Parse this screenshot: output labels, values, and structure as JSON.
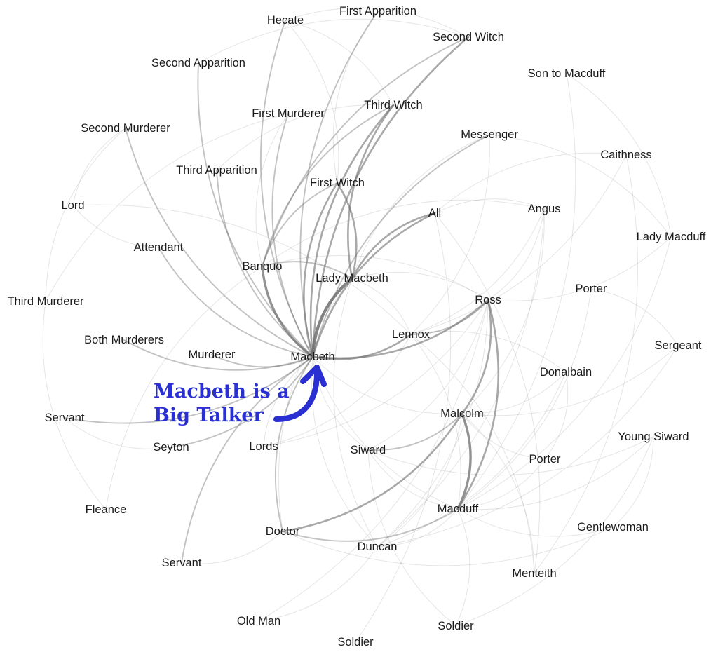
{
  "nodes": [
    {
      "id": "macbeth",
      "label": "Macbeth"
    },
    {
      "id": "lady_macbeth",
      "label": "Lady Macbeth"
    },
    {
      "id": "banquo",
      "label": "Banquo"
    },
    {
      "id": "lennox",
      "label": "Lennox"
    },
    {
      "id": "ross",
      "label": "Ross"
    },
    {
      "id": "malcolm",
      "label": "Malcolm"
    },
    {
      "id": "macduff",
      "label": "Macduff"
    },
    {
      "id": "all",
      "label": "All"
    },
    {
      "id": "first_witch",
      "label": "First Witch"
    },
    {
      "id": "second_witch",
      "label": "Second Witch"
    },
    {
      "id": "third_witch",
      "label": "Third Witch"
    },
    {
      "id": "hecate",
      "label": "Hecate"
    },
    {
      "id": "first_apparition",
      "label": "First Apparition"
    },
    {
      "id": "second_apparition",
      "label": "Second Apparition"
    },
    {
      "id": "third_apparition",
      "label": "Third Apparition"
    },
    {
      "id": "first_murderer",
      "label": "First Murderer"
    },
    {
      "id": "second_murderer",
      "label": "Second Murderer"
    },
    {
      "id": "third_murderer",
      "label": "Third Murderer"
    },
    {
      "id": "both_murderers",
      "label": "Both Murderers"
    },
    {
      "id": "murderer",
      "label": "Murderer"
    },
    {
      "id": "messenger",
      "label": "Messenger"
    },
    {
      "id": "son_to_macduff",
      "label": "Son to Macduff"
    },
    {
      "id": "caithness",
      "label": "Caithness"
    },
    {
      "id": "angus",
      "label": "Angus"
    },
    {
      "id": "lady_macduff",
      "label": "Lady Macduff"
    },
    {
      "id": "porter_1",
      "label": "Porter"
    },
    {
      "id": "sergeant",
      "label": "Sergeant"
    },
    {
      "id": "donalbain",
      "label": "Donalbain"
    },
    {
      "id": "young_siward",
      "label": "Young Siward"
    },
    {
      "id": "porter_2",
      "label": "Porter"
    },
    {
      "id": "gentlewoman",
      "label": "Gentlewoman"
    },
    {
      "id": "menteith",
      "label": "Menteith"
    },
    {
      "id": "soldier_1",
      "label": "Soldier"
    },
    {
      "id": "soldier_2",
      "label": "Soldier"
    },
    {
      "id": "old_man",
      "label": "Old Man"
    },
    {
      "id": "duncan",
      "label": "Duncan"
    },
    {
      "id": "doctor",
      "label": "Doctor"
    },
    {
      "id": "siward",
      "label": "Siward"
    },
    {
      "id": "lords",
      "label": "Lords"
    },
    {
      "id": "seyton",
      "label": "Seyton"
    },
    {
      "id": "servant_1",
      "label": "Servant"
    },
    {
      "id": "servant_2",
      "label": "Servant"
    },
    {
      "id": "fleance",
      "label": "Fleance"
    },
    {
      "id": "attendant",
      "label": "Attendant"
    },
    {
      "id": "lord",
      "label": "Lord"
    }
  ],
  "edges": [
    [
      "macbeth",
      "lady_macbeth",
      5
    ],
    [
      "macbeth",
      "banquo",
      4
    ],
    [
      "macbeth",
      "lennox",
      3
    ],
    [
      "macbeth",
      "ross",
      3
    ],
    [
      "macbeth",
      "all",
      3
    ],
    [
      "macbeth",
      "first_witch",
      3
    ],
    [
      "macbeth",
      "second_witch",
      3
    ],
    [
      "macbeth",
      "third_witch",
      3
    ],
    [
      "macbeth",
      "hecate",
      2
    ],
    [
      "macbeth",
      "first_apparition",
      2
    ],
    [
      "macbeth",
      "second_apparition",
      2
    ],
    [
      "macbeth",
      "third_apparition",
      2
    ],
    [
      "macbeth",
      "first_murderer",
      2
    ],
    [
      "macbeth",
      "second_murderer",
      2
    ],
    [
      "macbeth",
      "both_murderers",
      2
    ],
    [
      "macbeth",
      "murderer",
      2
    ],
    [
      "macbeth",
      "attendant",
      2
    ],
    [
      "macbeth",
      "messenger",
      2
    ],
    [
      "macbeth",
      "seyton",
      2
    ],
    [
      "macbeth",
      "servant_1",
      2
    ],
    [
      "macbeth",
      "servant_2",
      2
    ],
    [
      "macbeth",
      "doctor",
      2
    ],
    [
      "macbeth",
      "lords",
      1
    ],
    [
      "macbeth",
      "duncan",
      1
    ],
    [
      "macbeth",
      "siward",
      1
    ],
    [
      "macbeth",
      "macduff",
      1
    ],
    [
      "macbeth",
      "malcolm",
      1
    ],
    [
      "lady_macbeth",
      "banquo",
      2
    ],
    [
      "lady_macbeth",
      "all",
      3
    ],
    [
      "lady_macbeth",
      "first_witch",
      3
    ],
    [
      "lady_macbeth",
      "third_witch",
      3
    ],
    [
      "lady_macbeth",
      "lennox",
      1
    ],
    [
      "lady_macbeth",
      "ross",
      1
    ],
    [
      "lady_macbeth",
      "duncan",
      1
    ],
    [
      "lady_macbeth",
      "doctor",
      1
    ],
    [
      "lady_macbeth",
      "messenger",
      1
    ],
    [
      "banquo",
      "first_witch",
      2
    ],
    [
      "banquo",
      "second_witch",
      2
    ],
    [
      "banquo",
      "third_witch",
      2
    ],
    [
      "banquo",
      "first_murderer",
      1
    ],
    [
      "banquo",
      "fleance",
      1
    ],
    [
      "banquo",
      "ross",
      1
    ],
    [
      "banquo",
      "angus",
      1
    ],
    [
      "ross",
      "malcolm",
      3
    ],
    [
      "ross",
      "macduff",
      3
    ],
    [
      "ross",
      "lennox",
      2
    ],
    [
      "ross",
      "angus",
      1
    ],
    [
      "ross",
      "lady_macduff",
      1
    ],
    [
      "ross",
      "duncan",
      1
    ],
    [
      "ross",
      "old_man",
      1
    ],
    [
      "ross",
      "siward",
      1
    ],
    [
      "malcolm",
      "macduff",
      4
    ],
    [
      "malcolm",
      "doctor",
      3
    ],
    [
      "malcolm",
      "siward",
      2
    ],
    [
      "malcolm",
      "donalbain",
      1
    ],
    [
      "malcolm",
      "duncan",
      1
    ],
    [
      "malcolm",
      "sergeant",
      1
    ],
    [
      "malcolm",
      "porter_2",
      1
    ],
    [
      "malcolm",
      "menteith",
      1
    ],
    [
      "malcolm",
      "angus",
      1
    ],
    [
      "macduff",
      "doctor",
      2
    ],
    [
      "macduff",
      "duncan",
      1
    ],
    [
      "macduff",
      "siward",
      1
    ],
    [
      "macduff",
      "lennox",
      1
    ],
    [
      "macduff",
      "porter_1",
      1
    ],
    [
      "macduff",
      "porter_2",
      1
    ],
    [
      "macduff",
      "soldier_1",
      1
    ],
    [
      "macduff",
      "young_siward",
      1
    ],
    [
      "macduff",
      "lady_macduff",
      1
    ],
    [
      "macduff",
      "son_to_macduff",
      1
    ],
    [
      "macduff",
      "gentlewoman",
      1
    ],
    [
      "lennox",
      "lord",
      1
    ],
    [
      "lennox",
      "messenger",
      1
    ],
    [
      "lennox",
      "caithness",
      1
    ],
    [
      "lennox",
      "angus",
      1
    ],
    [
      "lennox",
      "donalbain",
      1
    ],
    [
      "lennox",
      "menteith",
      1
    ],
    [
      "all",
      "angus",
      1
    ],
    [
      "all",
      "caithness",
      1
    ],
    [
      "all",
      "menteith",
      1
    ],
    [
      "all",
      "soldier_2",
      1
    ],
    [
      "duncan",
      "sergeant",
      1
    ],
    [
      "duncan",
      "donalbain",
      1
    ],
    [
      "duncan",
      "angus",
      1
    ],
    [
      "doctor",
      "gentlewoman",
      1
    ],
    [
      "doctor",
      "servant_2",
      1
    ],
    [
      "siward",
      "young_siward",
      1
    ],
    [
      "siward",
      "soldier_1",
      1
    ],
    [
      "lady_macduff",
      "son_to_macduff",
      1
    ],
    [
      "lady_macduff",
      "messenger",
      1
    ],
    [
      "second_murderer",
      "third_murderer",
      1
    ],
    [
      "first_murderer",
      "third_murderer",
      1
    ],
    [
      "second_murderer",
      "lord",
      1
    ],
    [
      "hecate",
      "first_witch",
      1
    ],
    [
      "hecate",
      "second_witch",
      1
    ],
    [
      "hecate",
      "third_witch",
      1
    ],
    [
      "first_apparition",
      "first_witch",
      1
    ],
    [
      "second_apparition",
      "second_witch",
      1
    ],
    [
      "third_apparition",
      "third_witch",
      1
    ],
    [
      "seyton",
      "servant_1",
      1
    ],
    [
      "lords",
      "lennox",
      1
    ],
    [
      "lords",
      "ross",
      1
    ],
    [
      "fleance",
      "third_murderer",
      1
    ],
    [
      "attendant",
      "lord",
      1
    ],
    [
      "menteith",
      "caithness",
      1
    ],
    [
      "soldier_1",
      "young_siward",
      1
    ],
    [
      "old_man",
      "duncan",
      1
    ],
    [
      "porter_1",
      "sergeant",
      1
    ],
    [
      "porter_2",
      "donalbain",
      1
    ],
    [
      "gentlewoman",
      "young_siward",
      1
    ]
  ],
  "annotation": {
    "line1": "Macbeth is a",
    "line2": "Big Talker",
    "color": "#2a2fd1"
  },
  "colors": {
    "edge": "#6e6e6e",
    "label": "#1a1a1a"
  }
}
